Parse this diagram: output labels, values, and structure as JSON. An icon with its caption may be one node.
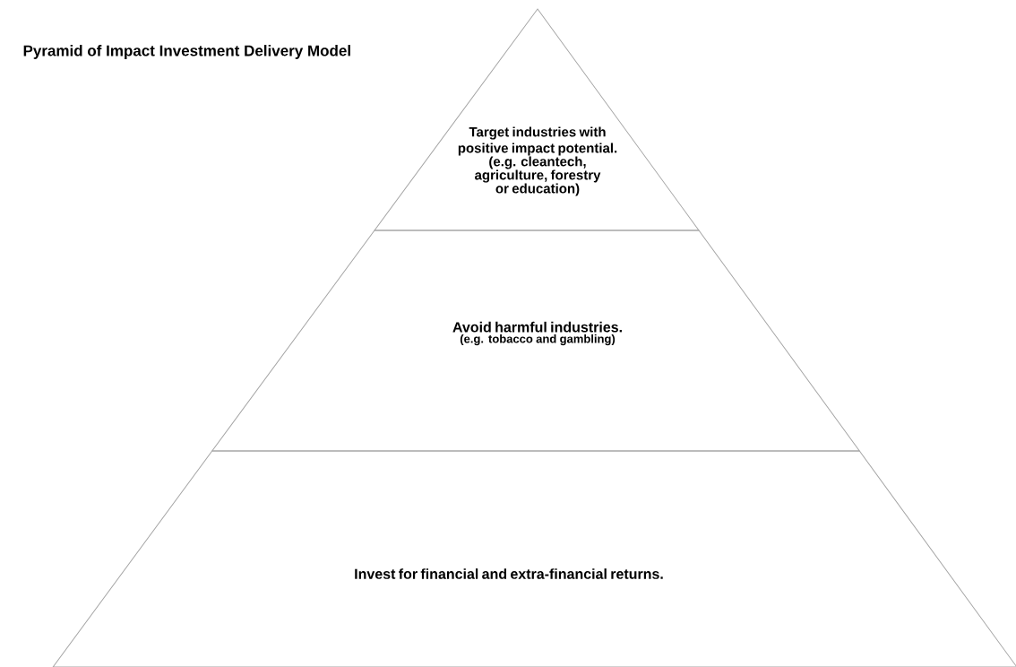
{
  "diagram": {
    "title": "Pyramid of Impact Investment Delivery Model",
    "nodes": [
      {
        "text": [
          "Target industries with positive impact potential.",
          "(e.g. cleantech, agriculture, forestry or education)"
        ]
      },
      {
        "text": [
          "Avoid harmful industries.",
          "(e.g. tobacco and gambling)"
        ]
      },
      {
        "text": [
          "Invest for financial and extra-financial returns."
        ]
      }
    ]
  }
}
